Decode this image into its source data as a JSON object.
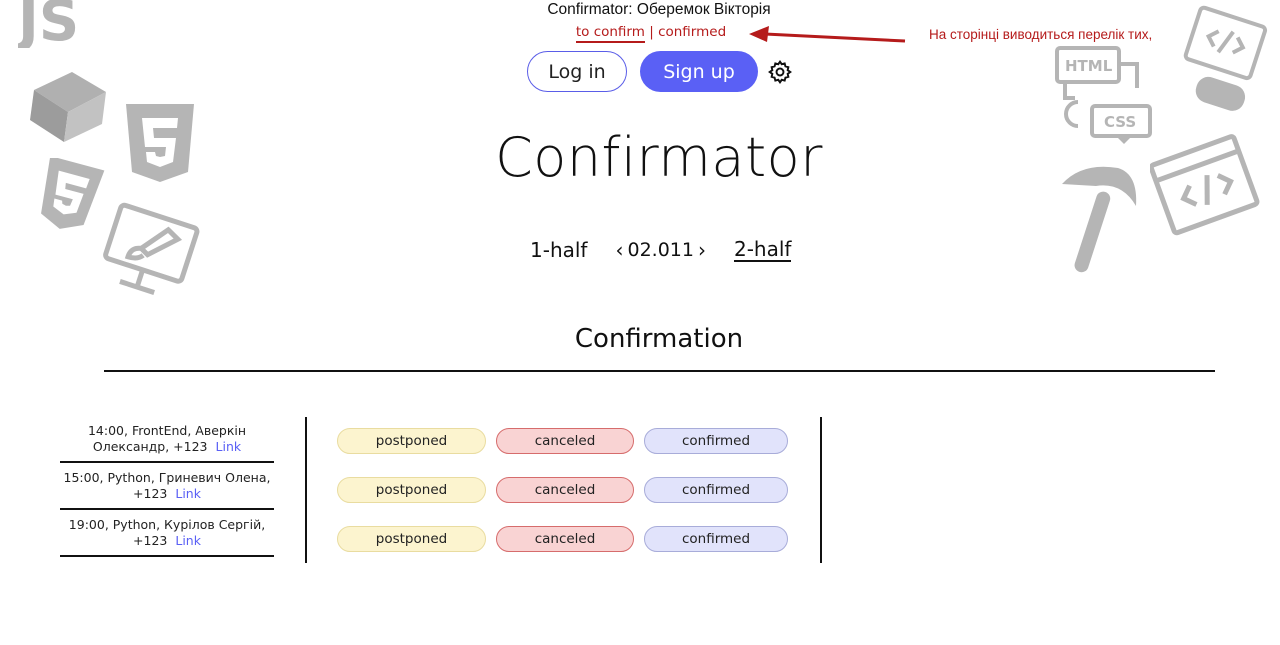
{
  "header": {
    "confirmator_line": "Confirmator: Оберемок Вікторія",
    "tab_to_confirm": "to confirm",
    "separator": "|",
    "tab_confirmed": "confirmed",
    "annotation": "На сторінці виводиться перелік тих,",
    "annotation_color": "#b51b1b"
  },
  "auth": {
    "login_label": "Log in",
    "signup_label": "Sign up",
    "settings_icon": "gear-icon"
  },
  "main": {
    "title": "Confirmator",
    "half_prev": "1-half",
    "date": "02.011",
    "half_next": "2-half",
    "section_title": "Confirmation"
  },
  "entries": [
    {
      "text": "14:00, FrontEnd, Аверкін Олександр, +123",
      "link": "Link"
    },
    {
      "text": "15:00, Python, Гриневич Олена, +123",
      "link": "Link"
    },
    {
      "text": "19:00, Python, Курілов Сергій, +123",
      "link": "Link"
    }
  ],
  "statuses": {
    "postponed": "postponed",
    "canceled": "canceled",
    "confirmed": "confirmed"
  },
  "colors": {
    "accent": "#5a60f5",
    "postponed_bg": "#fcf4cf",
    "canceled_bg": "#f9d3d3",
    "confirmed_bg": "#e1e3fb"
  },
  "decorations": {
    "left_icons": [
      "js-logo-icon",
      "cube-icon",
      "html5-shield-icon",
      "css3-shield-icon",
      "monitor-paintbrush-icon"
    ],
    "right_icons": [
      "html-tag-icon",
      "css-tag-icon",
      "code-monitor-gamepad-icon",
      "pickaxe-icon",
      "code-window-icon"
    ],
    "html_tag_label": "HTML",
    "css_tag_label": "CSS"
  }
}
